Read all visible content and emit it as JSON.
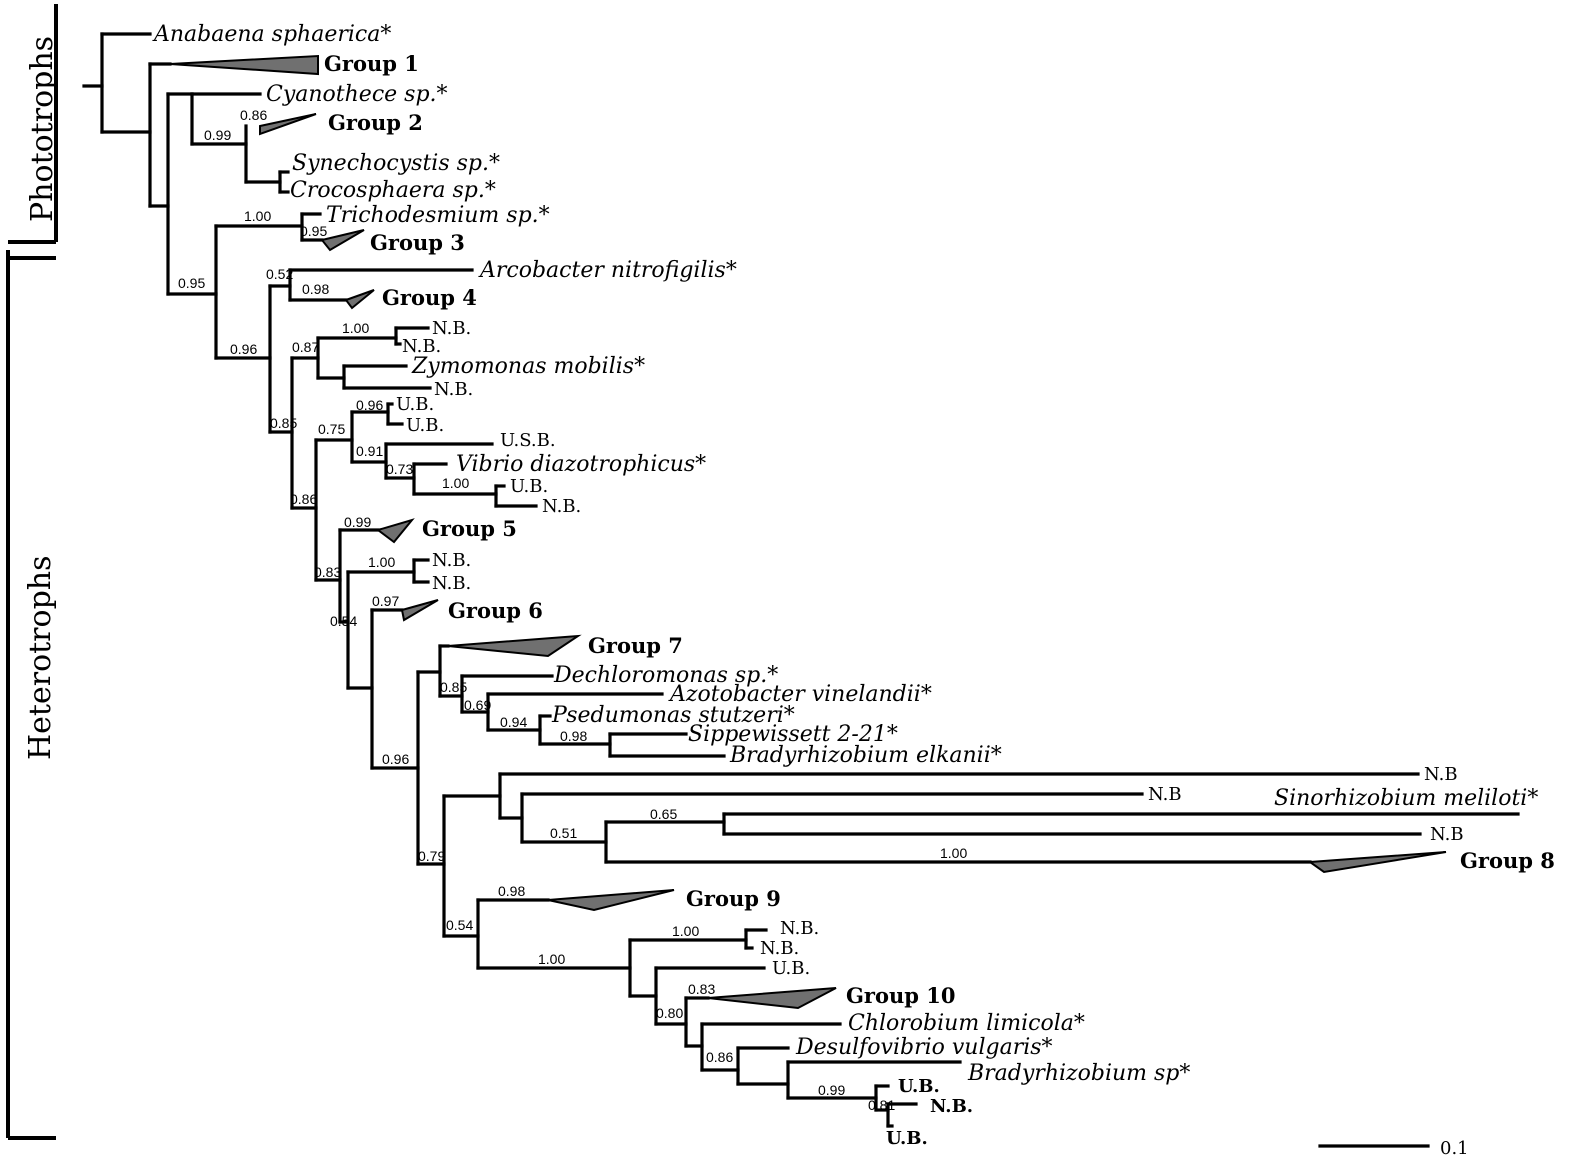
{
  "side_labels": {
    "phototrophs": "Phototrophs",
    "heterotrophs": "Heterotrophs"
  },
  "scale_bar": {
    "label": "0.1",
    "length": 0.1
  },
  "taxa": {
    "anabaena": "Anabaena sphaerica*",
    "cyanothece": "Cyanothece sp.*",
    "synechocystis": "Synechocystis sp.*",
    "crocosphaera": "Crocosphaera sp.*",
    "trichodesmium": "Trichodesmium sp.*",
    "arcobacter": "Arcobacter nitrofigilis*",
    "nb1": "N.B.",
    "nb2": "N.B.",
    "zymomonas": "Zymomonas mobilis*",
    "nb3": "N.B.",
    "ub1": "U.B.",
    "ub2": "U.B.",
    "usb": "U.S.B.",
    "vibrio": "Vibrio diazotrophicus*",
    "ub3": "U.B.",
    "nb4": "N.B.",
    "nb5": "N.B.",
    "nb6": "N.B.",
    "dechloromonas": "Dechloromonas sp.*",
    "azotobacter": "Azotobacter vinelandii*",
    "psedumonas": "Psedumonas stutzeri*",
    "sippewissett": "Sippewissett 2-21*",
    "brady_elkanii": "Bradyrhizobium elkanii*",
    "nb_long1": "N.B",
    "nb_mid": "N.B",
    "sinorhizobium": "Sinorhizobium meliloti*",
    "nb_long2": "N.B",
    "nb7": "N.B.",
    "nb8": "N.B.",
    "ub4": "U.B.",
    "chlorobium": "Chlorobium limicola*",
    "desulfovibrio": "Desulfovibrio vulgaris*",
    "brady_sp": "Bradyrhizobium sp*",
    "ub5": "U.B.",
    "nb9": "N.B.",
    "ub6": "U.B."
  },
  "groups": {
    "g1": "Group 1",
    "g2": "Group 2",
    "g3": "Group 3",
    "g4": "Group 4",
    "g5": "Group 5",
    "g6": "Group 6",
    "g7": "Group 7",
    "g8": "Group 8",
    "g9": "Group 9",
    "g10": "Group 10"
  },
  "support": {
    "s_cyan_086": "0.86",
    "s_cyan_099": "0.99",
    "s_tricho_100": "1.00",
    "s_tricho_095": "0.95",
    "s_root_095": "0.95",
    "s_arco_052": "0.52",
    "s_g4_098": "0.98",
    "s_het_096": "0.96",
    "s_nb_100": "1.00",
    "s_087": "0.87",
    "s_085": "0.85",
    "s_ub_096": "0.96",
    "s_075": "0.75",
    "s_091": "0.91",
    "s_073": "0.73",
    "s_ubnb_100": "1.00",
    "s_086": "0.86",
    "s_g5_099": "0.99",
    "s_083": "0.83",
    "s_nbnb_100": "1.00",
    "s_g6_097": "0.97",
    "s_054": "0.54",
    "s_dech_085": "0.85",
    "s_069": "0.69",
    "s_094": "0.94",
    "s_098": "0.98",
    "s_096b": "0.96",
    "s_065": "0.65",
    "s_051": "0.51",
    "s_g8_100": "1.00",
    "s_079": "0.79",
    "s_g9_098": "0.98",
    "s_054b": "0.54",
    "s_100c": "1.00",
    "s_nbnb2_100": "1.00",
    "s_g10_083": "0.83",
    "s_080": "0.80",
    "s_086b": "0.86",
    "s_099c": "0.99",
    "s_081": "0.81"
  }
}
